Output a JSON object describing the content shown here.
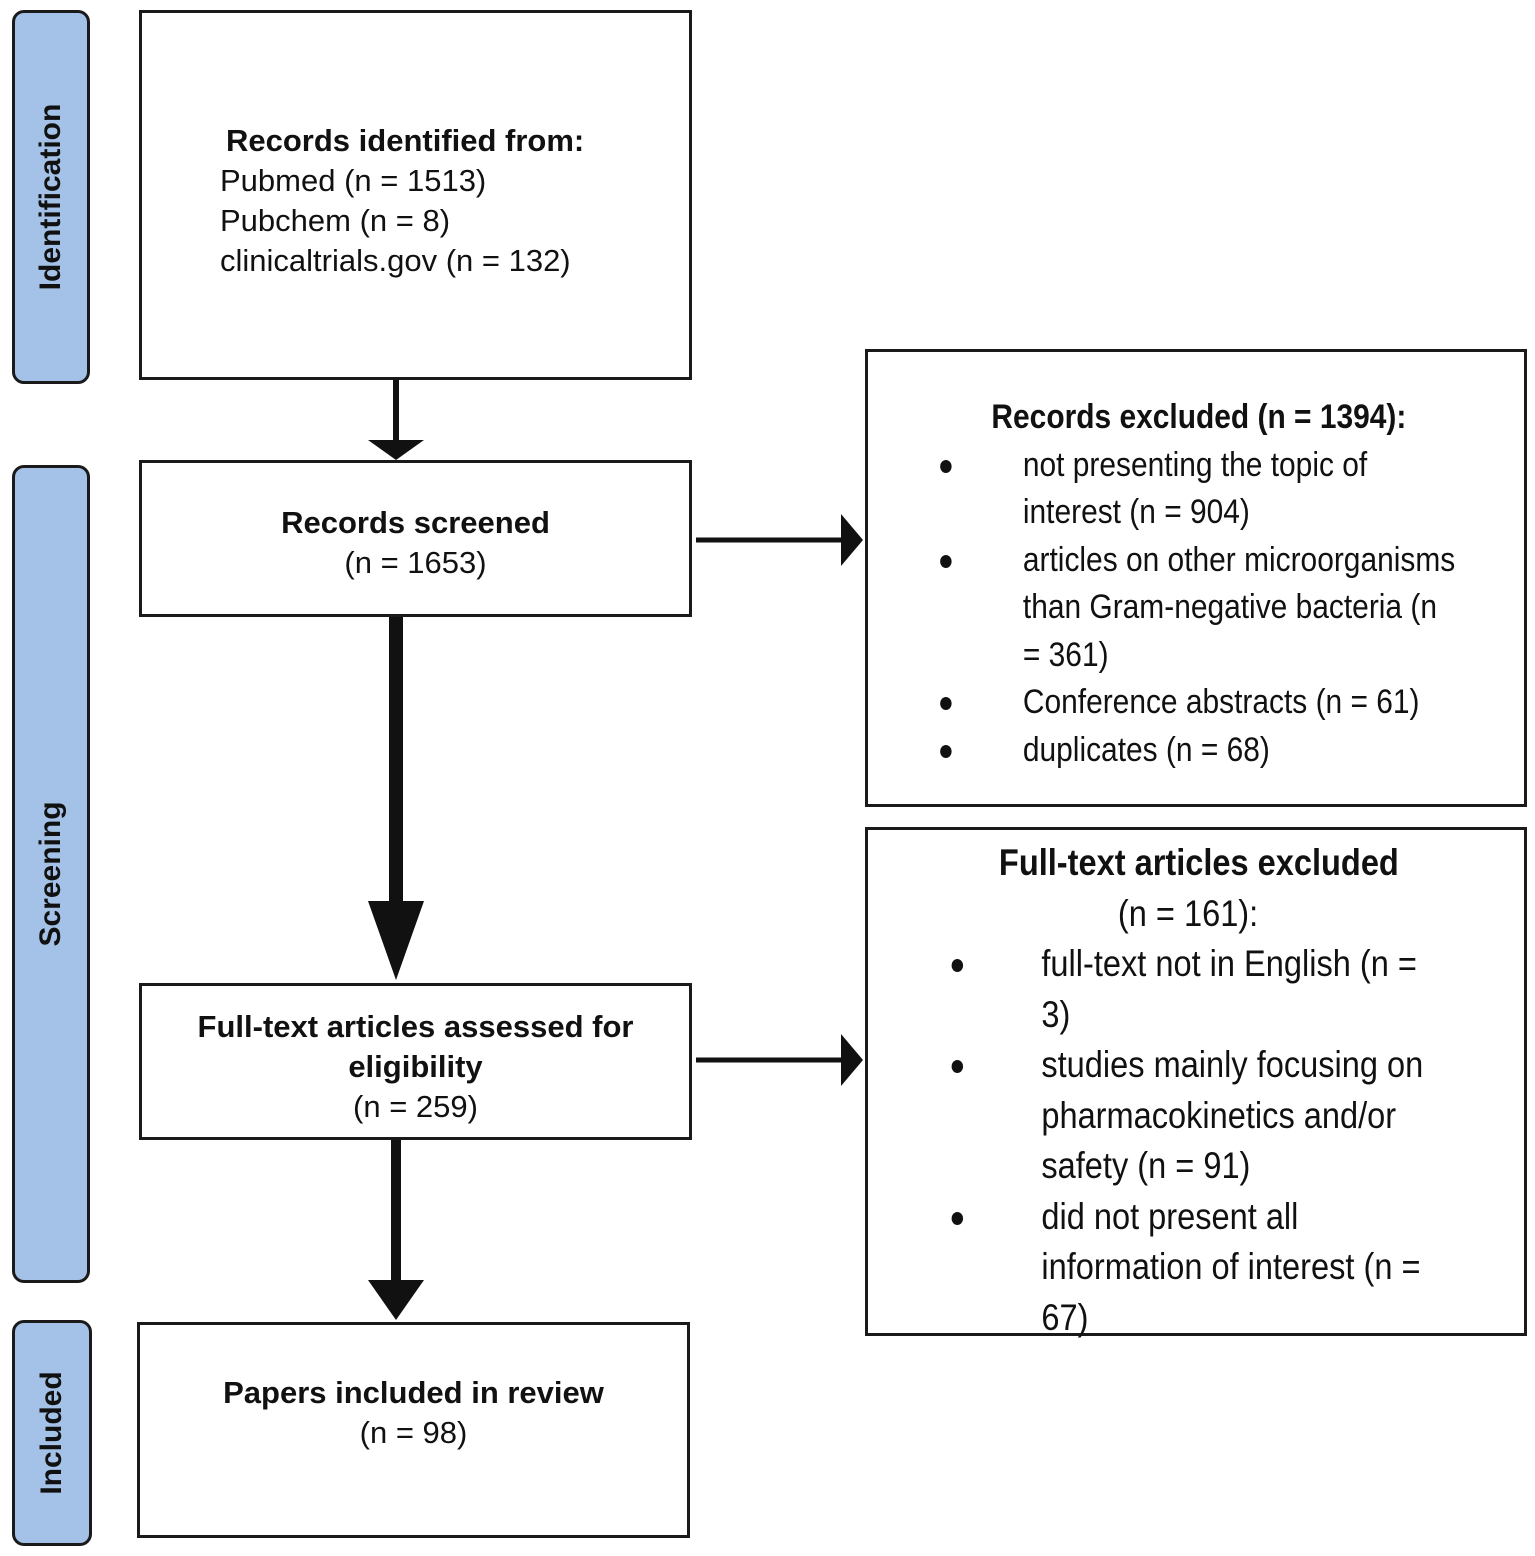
{
  "phases": {
    "identification": "Identification",
    "screening": "Screening",
    "included": "Included"
  },
  "identified": {
    "title": "Records identified from:",
    "lines": [
      "Pubmed (n = 1513)",
      "Pubchem (n = 8)",
      "clinicaltrials.gov (n = 132)"
    ]
  },
  "screened": {
    "title": "Records screened",
    "count": "(n = 1653)"
  },
  "assessed": {
    "title_line1": "Full-text articles assessed for",
    "title_line2": "eligibility",
    "count": "(n = 259)"
  },
  "included": {
    "title": "Papers included in review",
    "count": "(n = 98)"
  },
  "records_excluded": {
    "title": "Records excluded (n = 1394):",
    "items": [
      [
        "not presenting the topic of",
        "interest (n = 904)"
      ],
      [
        "articles on other microorganisms",
        "than Gram-negative bacteria (n",
        "= 361)"
      ],
      [
        "Conference abstracts (n = 61)"
      ],
      [
        "duplicates (n = 68)"
      ]
    ]
  },
  "fulltext_excluded": {
    "title": "Full-text articles excluded",
    "count": "(n = 161):",
    "items": [
      [
        "full-text not in English (n =",
        "3)"
      ],
      [
        "studies mainly focusing on",
        "pharmacokinetics and/or",
        "safety (n = 91)"
      ],
      [
        "did not present all",
        "information of interest (n =",
        "67)"
      ]
    ]
  }
}
